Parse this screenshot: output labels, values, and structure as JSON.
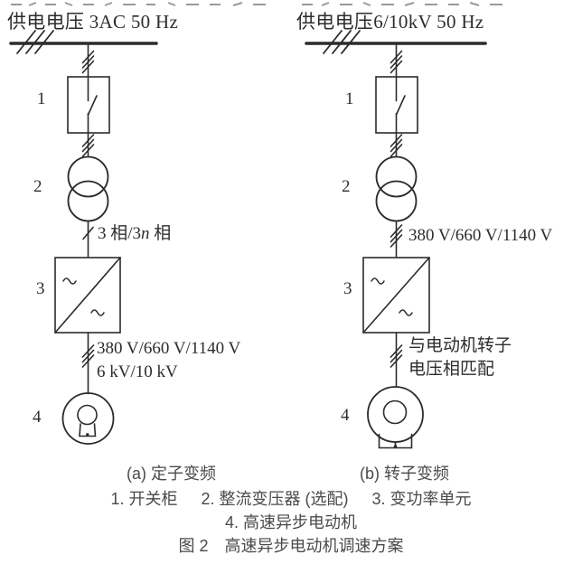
{
  "figure": {
    "left": {
      "title": "供电电压 3AC 50 Hz",
      "n1": "1",
      "n2": "2",
      "n3": "3",
      "n4": "4",
      "phase_label": {
        "pre": "3 相/3",
        "italic": "n",
        "post": " 相"
      },
      "voltage_line1": "380 V/660 V/1140 V",
      "voltage_line2": "6 kV/10 kV",
      "panel_label": "(a) 定子变频"
    },
    "right": {
      "title": "供电电压6/10kV 50 Hz",
      "n1": "1",
      "n2": "2",
      "n3": "3",
      "n4": "4",
      "input_voltage": "380 V/660 V/1140 V",
      "match_line1": "与电动机转子",
      "match_line2": "电压相匹配",
      "panel_label": "(b) 转子变频"
    },
    "legend_row1": [
      "1. 开关柜",
      "2. 整流变压器 (选配)",
      "3. 变功率单元"
    ],
    "legend_row2": "4. 高速异步电动机",
    "caption": "图 2　高速异步电动机调速方案",
    "line_color": "#2b2b2b"
  }
}
